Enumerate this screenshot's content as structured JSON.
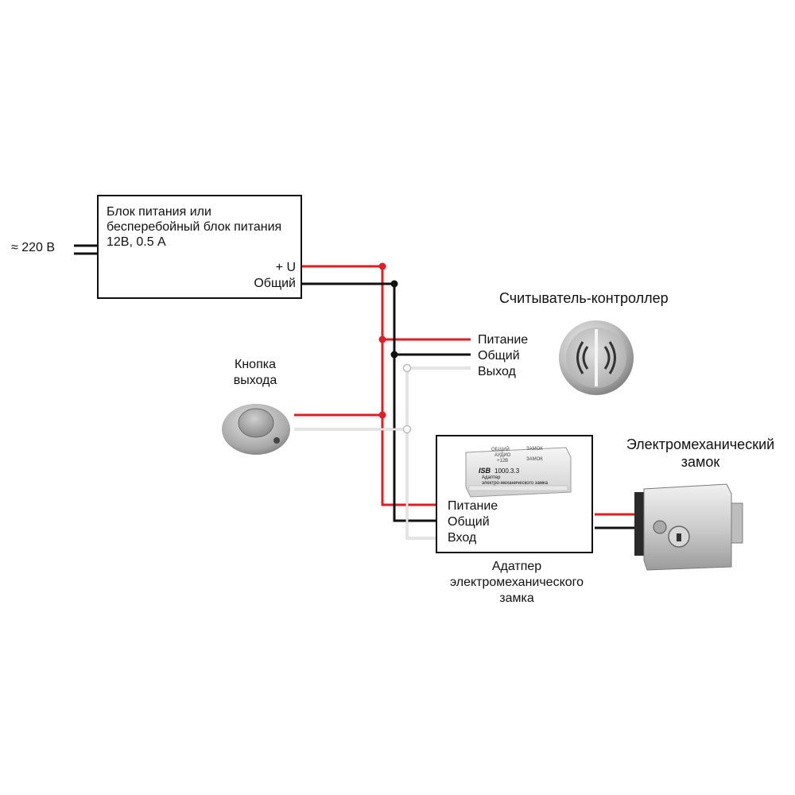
{
  "mains": {
    "label": "≈ 220 В"
  },
  "power_supply": {
    "lines": [
      "Блок питания  или",
      "бесперебойный блок питания",
      "12В, 0.5 А"
    ],
    "plus_label": "+ U",
    "common_label": "Общий"
  },
  "reader": {
    "title": "Считыватель-контроллер",
    "power_label": "Питание",
    "common_label": "Общий",
    "output_label": "Выход"
  },
  "exit_button": {
    "lines": [
      "Кнопка",
      "выхода"
    ]
  },
  "adapter": {
    "power_label": "Питание",
    "common_label": "Общий",
    "input_label": "Вход",
    "caption": [
      "Адатпер",
      "электромеханического",
      "замка"
    ],
    "device_brand": "ISB",
    "device_model": "1000.3.3",
    "device_lines": [
      "Адаптер",
      "электро-механического замка"
    ],
    "device_top_labels": [
      "ОБЩИЙ",
      "ЗАМОК",
      "АУДИО",
      "+12В",
      "ЗАМОК"
    ]
  },
  "lock": {
    "title": [
      "Электромеханический",
      "замок"
    ]
  },
  "colors": {
    "plus_wire": "#e01d24",
    "common_wire": "#111111",
    "signal_wire": "#c8c8c8"
  }
}
